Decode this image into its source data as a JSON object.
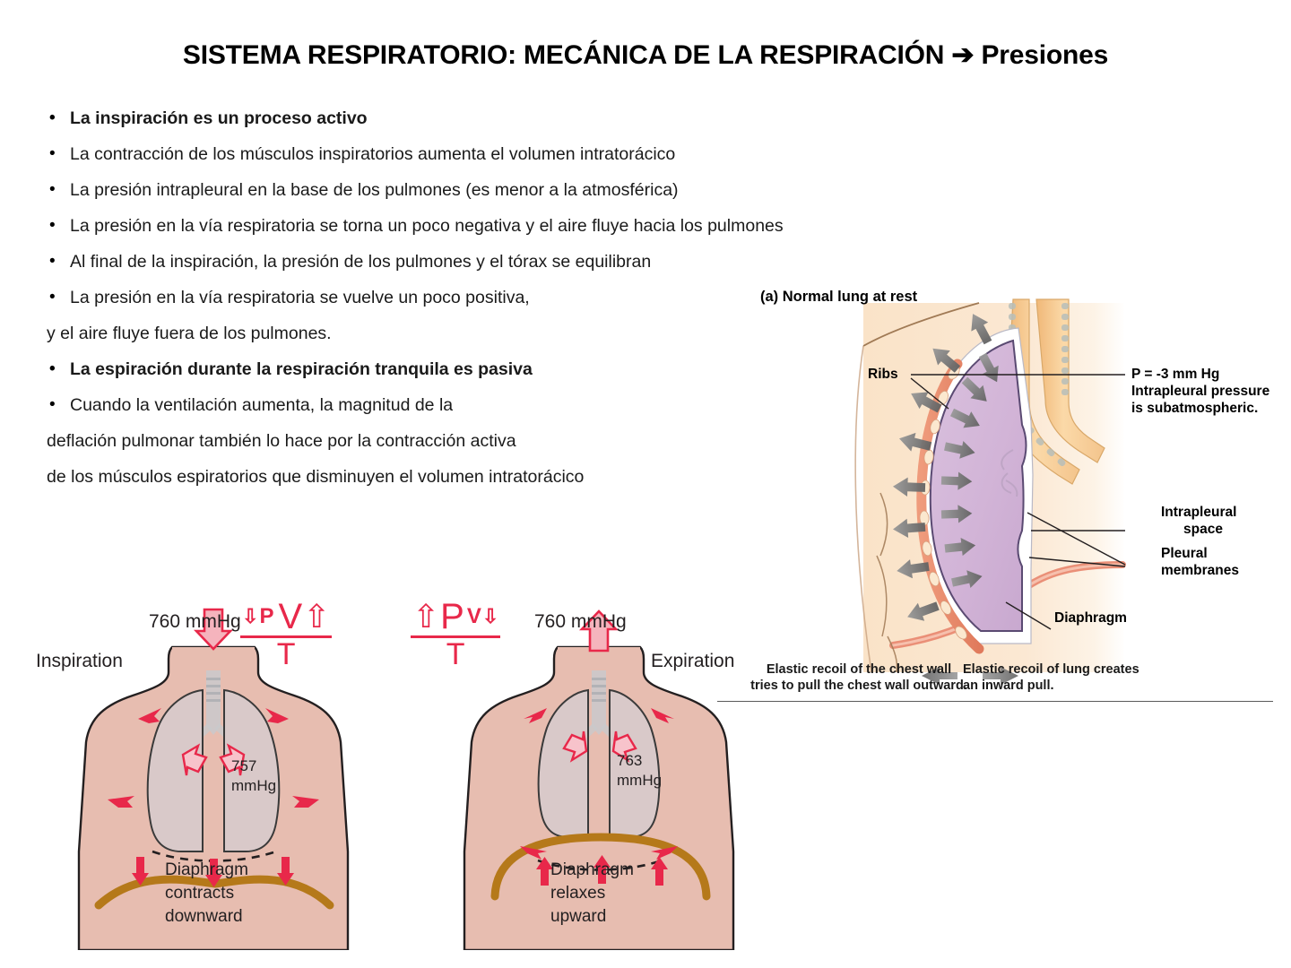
{
  "title": "SISTEMA RESPIRATORIO:  MECÁNICA DE LA RESPIRACIÓN ➔ Presiones",
  "bullets": [
    {
      "text": "La inspiración es un proceso activo",
      "bullet": true,
      "bold": true
    },
    {
      "text": "La contracción de los músculos inspiratorios aumenta el volumen intratorácico",
      "bullet": true,
      "bold": false
    },
    {
      "text": "La presión intrapleural en la base de los pulmones (es menor a la atmosférica)",
      "bullet": true,
      "bold": false
    },
    {
      "text": "La presión en la vía respiratoria se torna un poco negativa y el aire fluye hacia los pulmones",
      "bullet": true,
      "bold": false
    },
    {
      "text": "Al final de la inspiración, la presión de los pulmones y el tórax se equilibran",
      "bullet": true,
      "bold": false
    },
    {
      "text": "La presión en la vía respiratoria se vuelve un poco positiva,",
      "bullet": true,
      "bold": false
    },
    {
      "text": "y el aire fluye fuera de los  pulmones.",
      "bullet": false,
      "bold": false
    },
    {
      "text": "La espiración durante la respiración tranquila es pasiva",
      "bullet": true,
      "bold": true
    },
    {
      "text": "Cuando la ventilación aumenta, la magnitud de la",
      "bullet": true,
      "bold": false
    },
    {
      "text": "deflación pulmonar también lo hace por la contracción activa",
      "bullet": false,
      "bold": false
    },
    {
      "text": "de los músculos espiratorios que disminuyen el volumen intratorácico",
      "bullet": false,
      "bold": false
    }
  ],
  "breathing_figure": {
    "inspiration": {
      "phase_label": "Inspiration",
      "atmospheric_pressure": "760 mmHg",
      "alveolar_pressure_line1": "757",
      "alveolar_pressure_line2": "mmHg",
      "diaphragm_line1": "Diaphragm",
      "diaphragm_line2": "contracts",
      "diaphragm_line3": "downward",
      "formula": {
        "pressure_symbol": "P",
        "pressure_arrow": "⇩",
        "volume_symbol": "V",
        "volume_arrow": "⇧",
        "denominator": "T"
      }
    },
    "expiration": {
      "phase_label": "Expiration",
      "atmospheric_pressure": "760 mmHg",
      "alveolar_pressure_line1": "763",
      "alveolar_pressure_line2": "mmHg",
      "diaphragm_line1": "Diaphragm",
      "diaphragm_line2": "relaxes",
      "diaphragm_line3": "upward",
      "formula": {
        "pressure_symbol": "P",
        "pressure_arrow": "⇧",
        "volume_symbol": "V",
        "volume_arrow": "⇩",
        "denominator": "T"
      }
    }
  },
  "lung_figure": {
    "caption": "(a) Normal lung at rest",
    "label_ribs": "Ribs",
    "label_pressure_line1": "P = -3 mm Hg",
    "label_pressure_line2": "Intrapleural pressure",
    "label_pressure_line3": "is subatmospheric.",
    "label_intrapleural_line1": "Intrapleural",
    "label_intrapleural_line2": "space",
    "label_pleural_line1": "Pleural",
    "label_pleural_line2": "membranes",
    "label_diaphragm": "Diaphragm",
    "recoil_chest_line1": "Elastic recoil of the chest wall",
    "recoil_chest_line2": "tries to pull the chest wall outward.",
    "recoil_lung_line1": "Elastic recoil of lung creates",
    "recoil_lung_line2": "an inward pull."
  },
  "colors": {
    "red_accent": "#e8284a",
    "body_skin": "#e7bdb0",
    "lung_interior": "#d8c7c8",
    "lung_purple": "#d3b8d8",
    "diaphragm_brown": "#b5791a",
    "beige_bg": "#fbe8d2",
    "rib_orange": "#e8856b",
    "arrow_gray": "#6e6e6e",
    "trachea_tan": "#f5c78a",
    "text_black": "#1a1a1a"
  }
}
